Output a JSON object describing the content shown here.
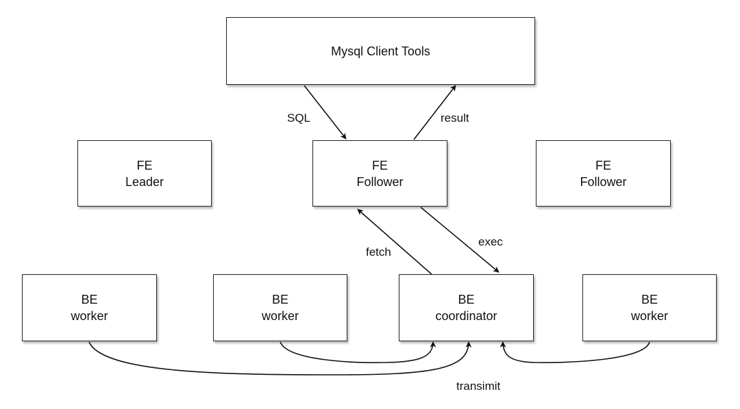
{
  "nodes": {
    "mysql_client": {
      "line1": "Mysql Client Tools"
    },
    "fe_leader": {
      "line1": "FE",
      "line2": "Leader"
    },
    "fe_follower_main": {
      "line1": "FE",
      "line2": "Follower"
    },
    "fe_follower_right": {
      "line1": "FE",
      "line2": "Follower"
    },
    "be_worker_1": {
      "line1": "BE",
      "line2": "worker"
    },
    "be_worker_2": {
      "line1": "BE",
      "line2": "worker"
    },
    "be_coordinator": {
      "line1": "BE",
      "line2": "coordinator"
    },
    "be_worker_4": {
      "line1": "BE",
      "line2": "worker"
    }
  },
  "edges": {
    "sql": "SQL",
    "result": "result",
    "fetch": "fetch",
    "exec": "exec",
    "transimit": "transimit"
  }
}
